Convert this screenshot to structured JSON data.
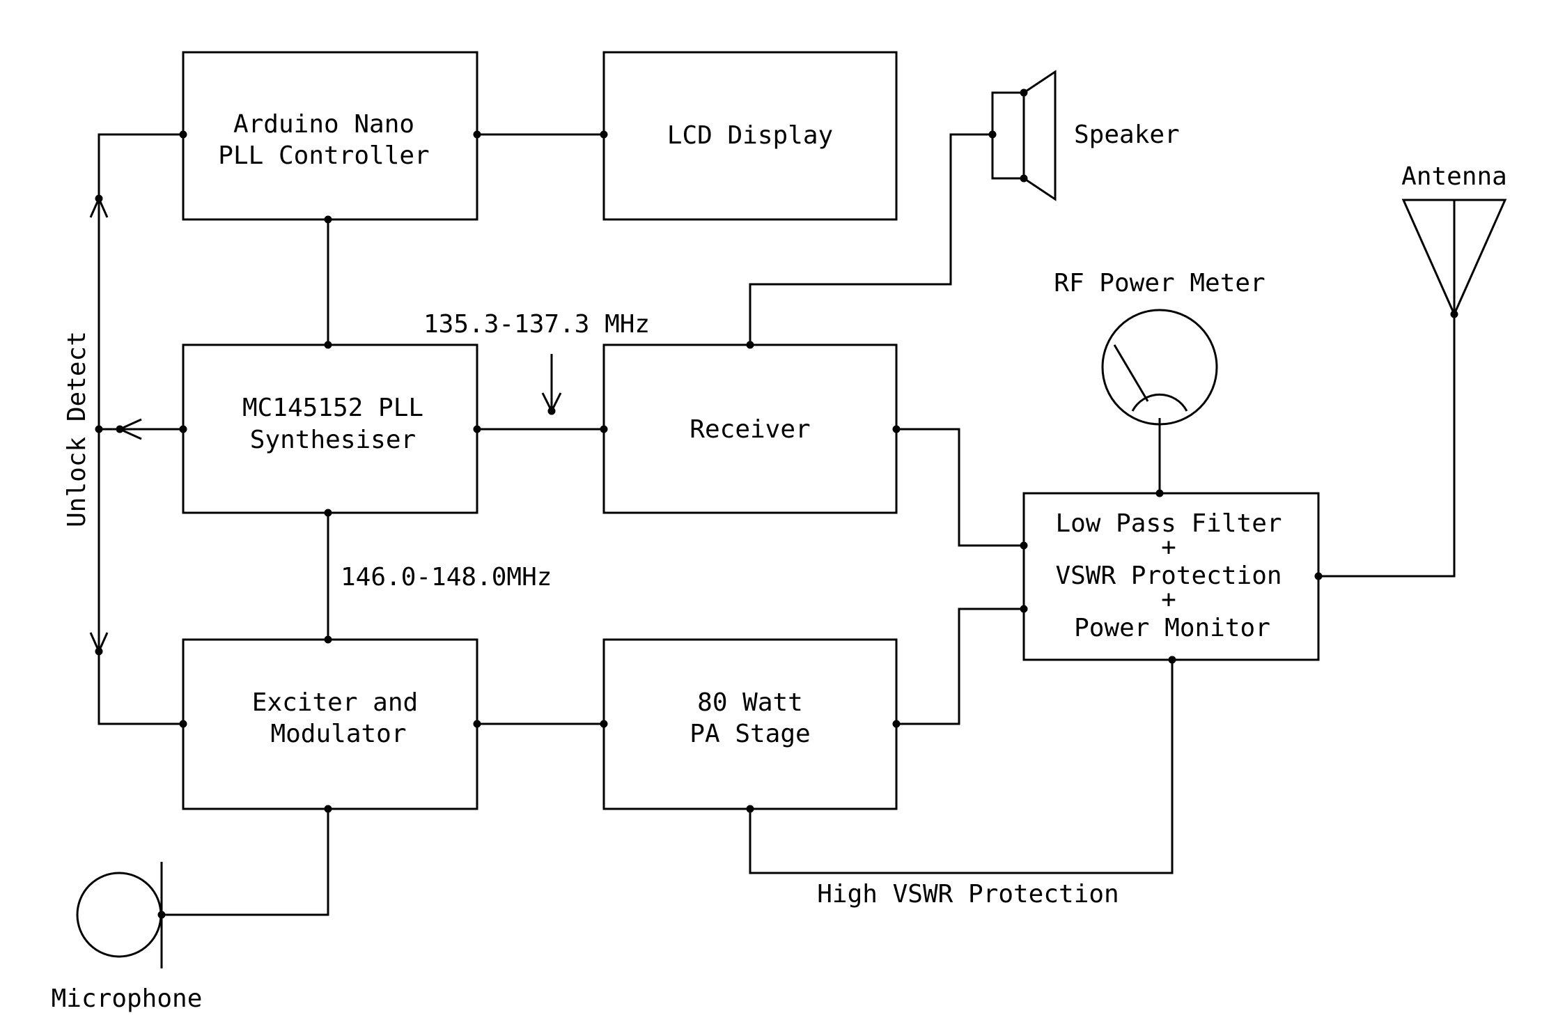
{
  "blocks": {
    "arduino": [
      "Arduino Nano",
      "PLL Controller"
    ],
    "lcd": [
      "LCD Display"
    ],
    "pll": [
      "MC145152 PLL",
      "Synthesiser"
    ],
    "receiver": [
      "Receiver"
    ],
    "exciter": [
      "Exciter and",
      "Modulator"
    ],
    "pa": [
      "80 Watt",
      "PA Stage"
    ],
    "lpf": [
      "Low Pass Filter",
      "+",
      "VSWR Protection",
      "+",
      "Power Monitor"
    ]
  },
  "labels": {
    "speaker": "Speaker",
    "antenna": "Antenna",
    "rf_meter": "RF Power Meter",
    "rx_freq": "135.3-137.3 MHz",
    "tx_freq": "146.0-148.0MHz",
    "unlock": "Unlock Detect",
    "high_vswr": "High VSWR Protection",
    "microphone": "Microphone"
  }
}
